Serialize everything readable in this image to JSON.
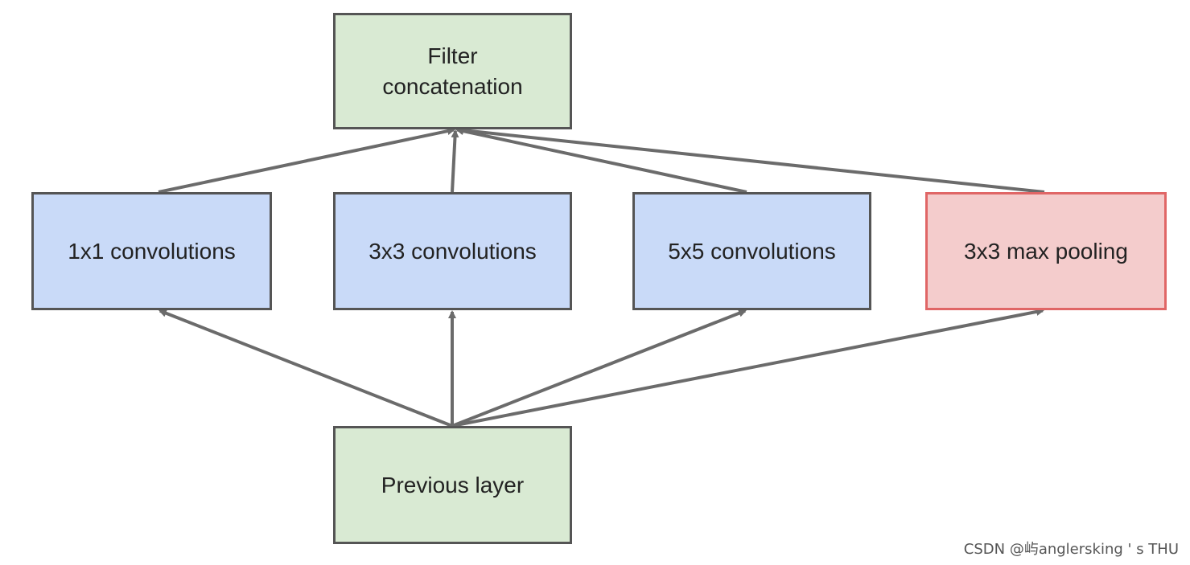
{
  "nodes": {
    "filter_concat": {
      "label": "Filter\nconcatenation"
    },
    "conv_1x1": {
      "label": "1x1 convolutions"
    },
    "conv_3x3": {
      "label": "3x3 convolutions"
    },
    "conv_5x5": {
      "label": "5x5 convolutions"
    },
    "max_pool": {
      "label": "3x3 max pooling"
    },
    "previous_layer": {
      "label": "Previous layer"
    }
  },
  "edges": [
    {
      "from": "previous_layer",
      "to": "conv_1x1"
    },
    {
      "from": "previous_layer",
      "to": "conv_3x3"
    },
    {
      "from": "previous_layer",
      "to": "conv_5x5"
    },
    {
      "from": "previous_layer",
      "to": "max_pool"
    },
    {
      "from": "conv_1x1",
      "to": "filter_concat"
    },
    {
      "from": "conv_3x3",
      "to": "filter_concat"
    },
    {
      "from": "conv_5x5",
      "to": "filter_concat"
    },
    {
      "from": "max_pool",
      "to": "filter_concat"
    }
  ],
  "colors": {
    "arrow": "#6b6b6b",
    "green_fill": "#d9ead3",
    "blue_fill": "#c9daf8",
    "red_fill": "#f4cccc",
    "red_border": "#e06666",
    "border": "#555555"
  },
  "watermark": "CSDN @屿anglersking ' s THU"
}
